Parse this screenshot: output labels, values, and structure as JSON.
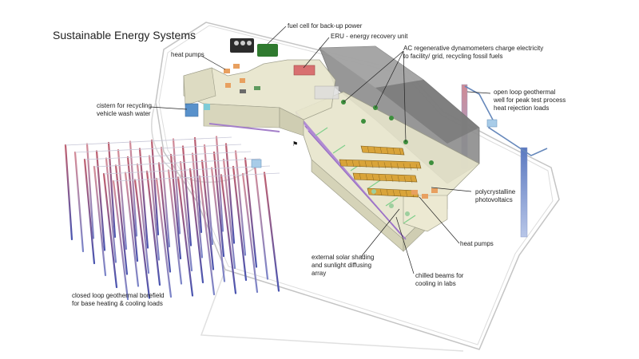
{
  "title": "Sustainable Energy Systems",
  "labels": {
    "fuel_cell": "fuel cell for back-up power",
    "erv": "ERU - energy recovery unit",
    "ac_dyno": [
      "AC regenerative dynamometers charge electricity",
      "to facility/ grid, recycling fossil fuels"
    ],
    "heat_pumps_top": "heat pumps",
    "cistern": [
      "cistern for recycling",
      "vehicle wash water"
    ],
    "open_loop": [
      "open loop geothermal",
      "well for peak test process",
      "heat rejection loads"
    ],
    "pv": [
      "polycrystalline",
      "photovoltaics"
    ],
    "heat_pumps_bottom": "heat pumps",
    "shading": [
      "external solar shading",
      "and sunlight diffusing",
      "array"
    ],
    "chilled_beams": [
      "chilled beams for",
      "cooling in labs"
    ],
    "borefield": [
      "closed loop geothermal borefield",
      "for base heating & cooling loads"
    ]
  },
  "colors": {
    "building_fill": "#e7e5cc",
    "building_line": "#9a9a86",
    "dark_wing": "#8a8a8a",
    "pv_panel": "#d9a43a",
    "shading_purple": "#a47fc9",
    "pipe_red": "#c06070",
    "pipe_blue": "#5560b0",
    "equipment_green": "#3d8f3d",
    "site_line": "#b8b8b8"
  }
}
